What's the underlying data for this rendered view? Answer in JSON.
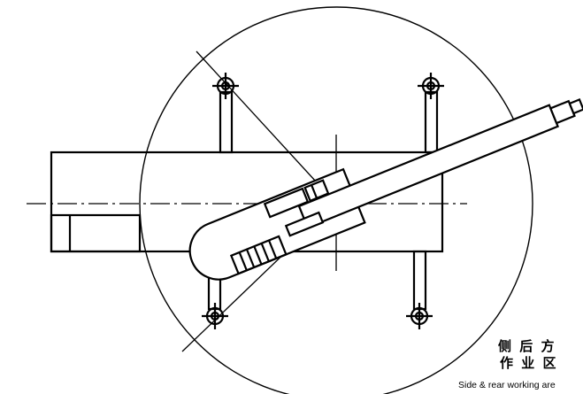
{
  "caption": {
    "cn_line1": "侧 后 方",
    "cn_line2": "作 业 区",
    "en": "Side & rear working are"
  },
  "colors": {
    "stroke": "#000000",
    "background": "#ffffff"
  }
}
